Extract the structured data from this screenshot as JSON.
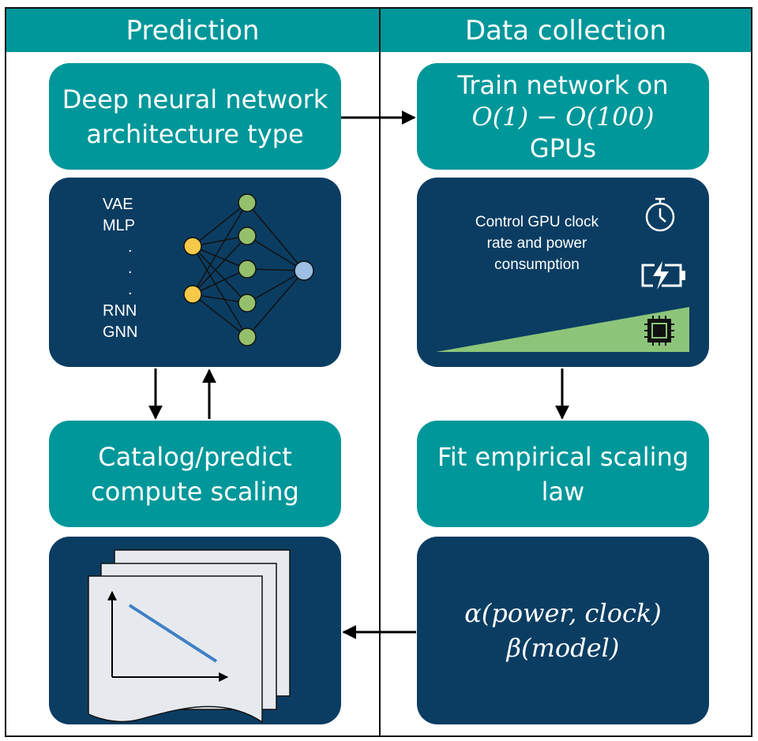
{
  "headers": {
    "left": "Prediction",
    "right": "Data collection"
  },
  "prediction": {
    "architecture_box": {
      "line1": "Deep neural network",
      "line2": "architecture type"
    },
    "architecture_list": [
      "VAE",
      "MLP",
      ".",
      ".",
      ".",
      "RNN",
      "GNN"
    ],
    "catalog_box": {
      "line1": "Catalog/predict",
      "line2": "compute scaling"
    }
  },
  "data_collection": {
    "train_box": {
      "line1": "Train network on",
      "line2": "O(1) − O(100)",
      "line3": "GPUs"
    },
    "control_box": {
      "line1": "Control GPU clock",
      "line2": "rate and power",
      "line3": "consumption"
    },
    "fit_box": {
      "line1": "Fit empirical scaling",
      "line2": "law"
    },
    "formula_box": {
      "line1": "α(power, clock)",
      "line2": "β(model)"
    }
  },
  "icons": [
    "stopwatch-icon",
    "battery-charging-icon",
    "chip-icon"
  ],
  "colors": {
    "teal": "#00979a",
    "navy": "#0b3d62",
    "input_node": "#f6c94a",
    "hidden_node": "#95c06b",
    "output_node": "#9cbfe3",
    "ramp": "#8cc57a",
    "plot_line": "#3f7fc4"
  }
}
